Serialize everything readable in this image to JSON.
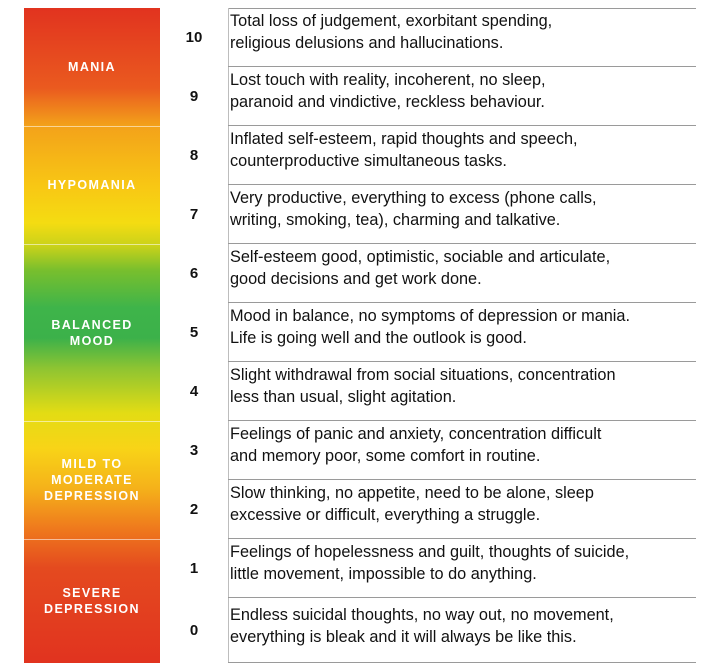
{
  "bands": [
    {
      "label": "MANIA"
    },
    {
      "label": "HYPOMANIA"
    },
    {
      "label": "BALANCED\nMOOD"
    },
    {
      "label": "MILD TO\nMODERATE\nDEPRESSION"
    },
    {
      "label": "SEVERE\nDEPRESSION"
    }
  ],
  "rows": [
    {
      "score": "10",
      "text": "Total loss of judgement, exorbitant spending,\nreligious delusions and hallucinations."
    },
    {
      "score": "9",
      "text": "Lost touch with reality, incoherent, no sleep,\nparanoid and vindictive, reckless behaviour."
    },
    {
      "score": "8",
      "text": "Inflated self-esteem, rapid thoughts and speech,\ncounterproductive simultaneous tasks."
    },
    {
      "score": "7",
      "text": "Very productive, everything to excess (phone calls,\nwriting, smoking, tea), charming and talkative."
    },
    {
      "score": "6",
      "text": "Self-esteem good, optimistic, sociable and articulate,\ngood decisions and get work done."
    },
    {
      "score": "5",
      "text": "Mood in balance, no symptoms of depression or mania.\nLife is going well and the outlook is good."
    },
    {
      "score": "4",
      "text": "Slight withdrawal from social situations, concentration\nless than usual, slight agitation."
    },
    {
      "score": "3",
      "text": "Feelings of panic and anxiety, concentration difficult\nand memory poor, some comfort in routine."
    },
    {
      "score": "2",
      "text": "Slow thinking, no appetite, need to be alone, sleep\nexcessive or difficult, everything a struggle."
    },
    {
      "score": "1",
      "text": "Feelings of hopelessness and guilt, thoughts of suicide,\nlittle movement, impossible to do anything."
    },
    {
      "score": "0",
      "text": "Endless suicidal thoughts, no way out, no movement,\neverything is bleak and it will always be like this."
    }
  ]
}
